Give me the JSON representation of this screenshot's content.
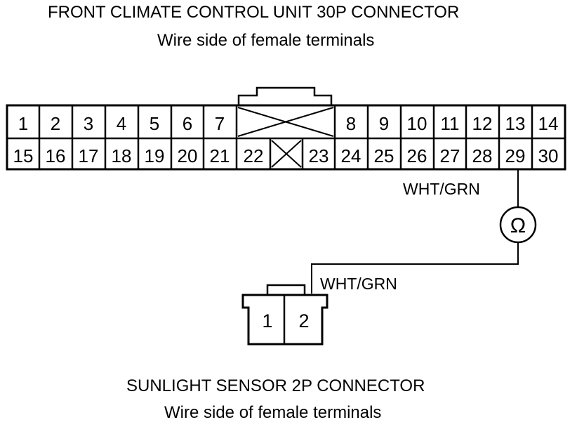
{
  "main_connector": {
    "title": "FRONT CLIMATE CONTROL UNIT 30P CONNECTOR",
    "subtitle": "Wire side of female terminals",
    "row1_left": [
      "1",
      "2",
      "3",
      "4",
      "5",
      "6",
      "7"
    ],
    "row1_right": [
      "8",
      "9",
      "10",
      "11",
      "12",
      "13",
      "14"
    ],
    "row2": [
      "15",
      "16",
      "17",
      "18",
      "19",
      "20",
      "21",
      "22",
      "23",
      "24",
      "25",
      "26",
      "27",
      "28",
      "29",
      "30"
    ]
  },
  "wires": {
    "upper_label": "WHT/GRN",
    "lower_label": "WHT/GRN",
    "meter_symbol": "Ω"
  },
  "sensor_connector": {
    "title": "SUNLIGHT SENSOR 2P CONNECTOR",
    "subtitle": "Wire side of female terminals",
    "pins": [
      "1",
      "2"
    ]
  }
}
